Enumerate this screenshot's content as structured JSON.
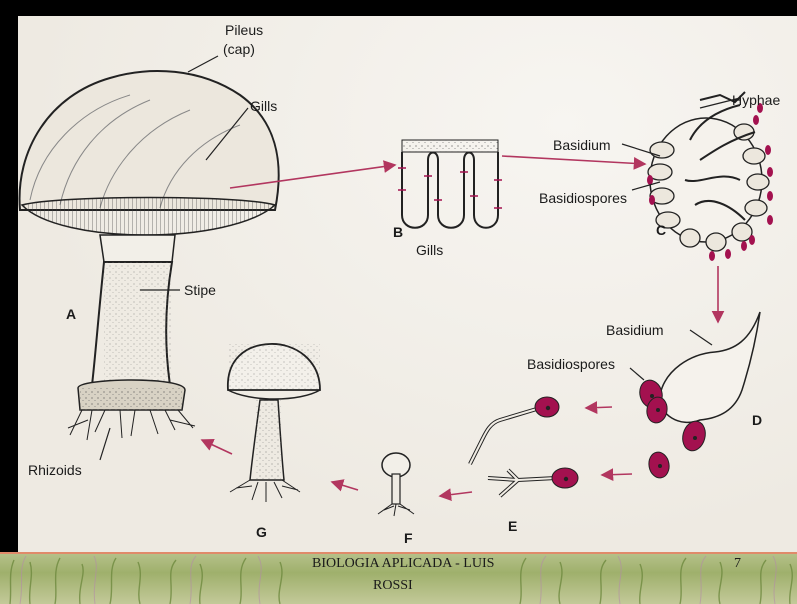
{
  "labels": {
    "pileus": "Pileus",
    "cap": "(cap)",
    "gills_a": "Gills",
    "stipe": "Stipe",
    "rhizoids": "Rhizoids",
    "gills_b": "Gills",
    "basidium_c": "Basidium",
    "hyphae": "Hyphae",
    "basidiospores_c": "Basidiospores",
    "basidium_d": "Basidium",
    "basidiospores_d": "Basidiospores"
  },
  "letters": {
    "a": "A",
    "b": "B",
    "c": "C",
    "d": "D",
    "e": "E",
    "f": "F",
    "g": "G"
  },
  "footer": {
    "title_line1": "BIOLOGIA APLICADA -  LUIS",
    "title_line2": "ROSSI",
    "page_number": "7"
  },
  "colors": {
    "spore": "#a3114f",
    "arrow": "#b2365f",
    "ink": "#1b1b1b",
    "paper": "#f3f0ea"
  }
}
